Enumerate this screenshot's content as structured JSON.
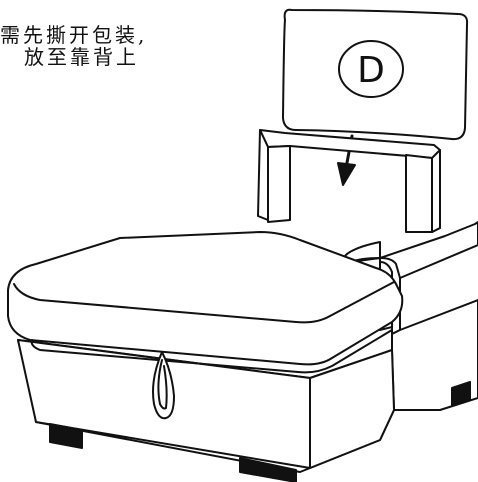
{
  "instruction": {
    "line1": "需先撕开包装,",
    "line2": "放至靠背上"
  },
  "cushion": {
    "label": "D"
  },
  "colors": {
    "line": "#111111",
    "background": "#ffffff"
  },
  "icons": {
    "arrow": "arrow-down-icon",
    "handle": "strap-handle"
  }
}
